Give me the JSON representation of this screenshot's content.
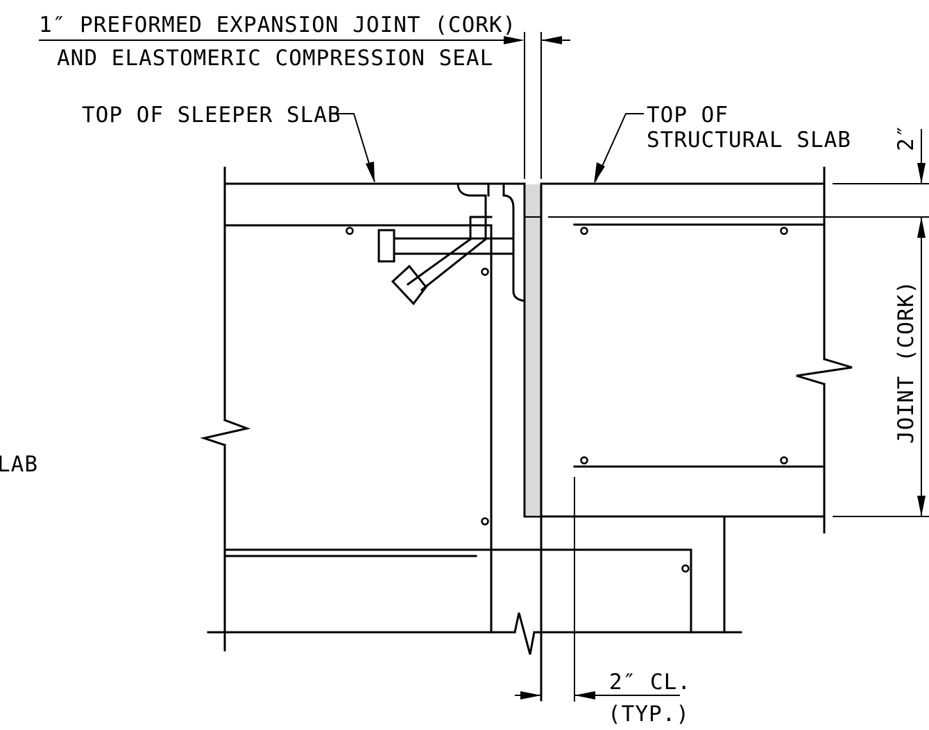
{
  "labels": {
    "expansion_joint_line1": "1″ PREFORMED EXPANSION JOINT (CORK)",
    "expansion_joint_line2": "AND ELASTOMERIC COMPRESSION SEAL",
    "top_sleeper": "TOP OF SLEEPER SLAB",
    "top_structural_line1": "TOP OF",
    "top_structural_line2": "STRUCTURAL SLAB",
    "dim_two_inch": "2″",
    "joint_cork": "JOINT (CORK)",
    "left_cut": "LAB",
    "clear_cover": "2″ CL.",
    "typ": "(TYP.)"
  },
  "colors": {
    "line": "#000000",
    "cork_fill": "#d9d9d9",
    "background": "#ffffff"
  }
}
